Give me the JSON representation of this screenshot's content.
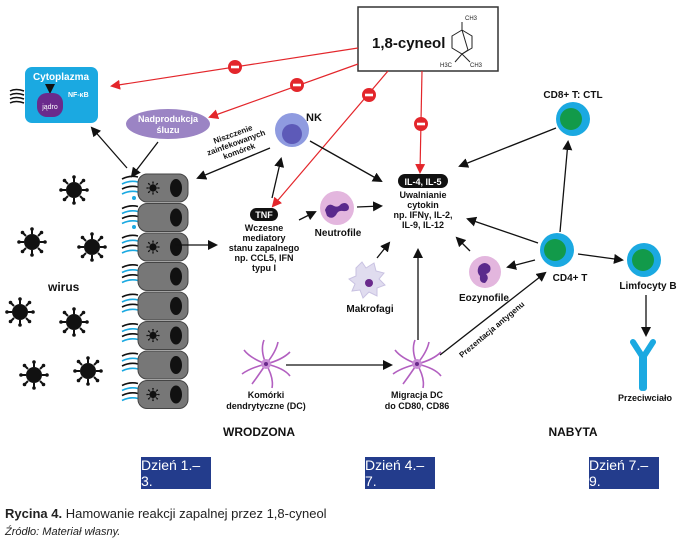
{
  "compound": {
    "name": "1,8-cyneol",
    "formula_labels": {
      "top": "CH3",
      "left": "H3C",
      "right": "CH3"
    }
  },
  "cytoplasm": {
    "title": "Cytoplazma",
    "factor": "NF-κB",
    "nucleus": "jądro"
  },
  "mucus": {
    "line1": "Nadprodukcja",
    "line2": "śluzu"
  },
  "nk": {
    "label": "NK",
    "action_lines": [
      "Niszczenie",
      "zainfekowanych",
      "komórek"
    ]
  },
  "virus": {
    "label": "wirus"
  },
  "tnf": {
    "badge": "TNF",
    "lines": [
      "Wczesne",
      "mediatory",
      "stanu zapalnego",
      "np. CCL5, IFN",
      "typu I"
    ]
  },
  "neutrophils": {
    "label": "Neutrofile"
  },
  "cytokines": {
    "badge": "IL-4, IL-5",
    "lines": [
      "Uwalnianie",
      "cytokin",
      "np. IFNγ, IL-2,",
      "IL-9, IL-12"
    ]
  },
  "macrophages": {
    "label": "Makrofagi"
  },
  "eosinophils": {
    "label": "Eozynofile"
  },
  "cd8": {
    "label": "CD8+ T: CTL"
  },
  "cd4": {
    "label": "CD4+ T"
  },
  "bcells": {
    "label": "Limfocyty B"
  },
  "antibody": {
    "label": "Przeciwciało"
  },
  "dc": {
    "lines": [
      "Komórki",
      "dendrytyczne (DC)"
    ]
  },
  "dc_migration": {
    "lines": [
      "Migracja DC",
      "do CD80, CD86"
    ]
  },
  "antigen_presentation": {
    "label": "Prezentacja antygenu"
  },
  "phases": {
    "innate": "WRODZONA",
    "adaptive": "NABYTA"
  },
  "days": [
    "Dzień 1.–3.",
    "Dzień 4.–7.",
    "Dzień 7.–9."
  ],
  "caption": {
    "bold": "Rycina 4.",
    "text": " Hamowanie reakcji zapalnej przez 1,8-cyneol",
    "source": "Źródło: Materiał własny."
  },
  "colors": {
    "inhibit": "#e3262b",
    "cytoplasm": "#1ba9e1",
    "nucleus": "#6a2a8c",
    "mucus": "#9b84c4",
    "tcell_ring": "#1ba9e1",
    "tcell_core": "#129a4a",
    "daybox": "#233c8c",
    "dc": "#b25fc0"
  }
}
